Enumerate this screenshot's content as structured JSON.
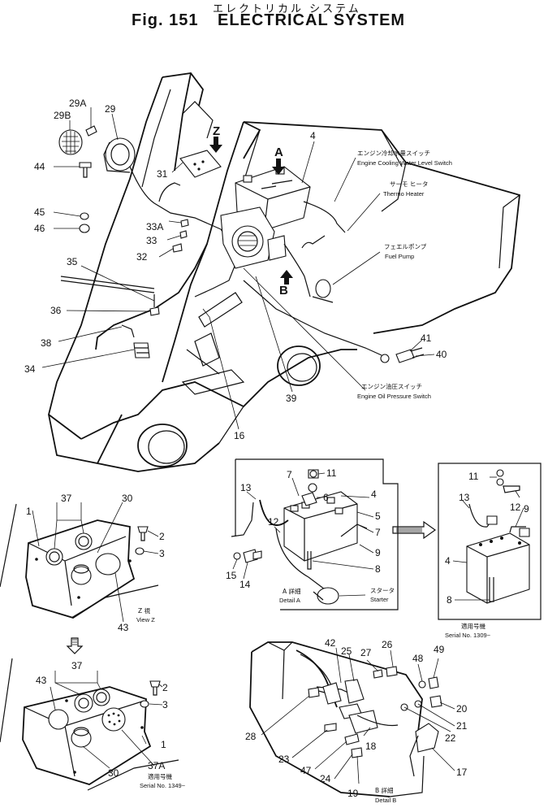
{
  "header": {
    "jp_title": "エレクトリカル システム",
    "fig_number": "Fig. 151",
    "title": "ELECTRICAL SYSTEM"
  },
  "callouts": {
    "engine_cooling_water_level_switch_jp": "エンジン冷却水量スイッチ",
    "engine_cooling_water_level_switch": "Engine Cooling Water Level Switch",
    "thermo_heater_jp": "サーモ ヒータ",
    "thermo_heater": "Thermo Heater",
    "fuel_pump_jp": "フェエルポンプ",
    "fuel_pump": "Fuel Pump",
    "engine_oil_pressure_switch_jp": "エンジン油圧スイッチ",
    "engine_oil_pressure_switch": "Engine Oil Pressure Switch",
    "starter_jp": "スタータ",
    "starter": "Starter"
  },
  "view_labels": {
    "arrow_z": "Z",
    "arrow_a": "A",
    "arrow_b": "B",
    "view_z_jp": "Z 視",
    "view_z": "View Z",
    "detail_a_jp": "A 詳細",
    "detail_a": "Detail A",
    "detail_b_jp": "B 詳細",
    "detail_b": "Detail B",
    "serial_1309_jp": "適用号機",
    "serial_1309": "Serial No. 1309~",
    "serial_1349_jp": "適用号機",
    "serial_1349": "Serial No. 1349~"
  },
  "part_numbers": {
    "main": [
      "29A",
      "29B",
      "29",
      "44",
      "45",
      "46",
      "31",
      "33A",
      "33",
      "32",
      "35",
      "36",
      "38",
      "34",
      "4",
      "41",
      "40",
      "39",
      "16"
    ],
    "view_z": [
      "37",
      "30",
      "1",
      "2",
      "3",
      "43"
    ],
    "view_z_lower": [
      "37",
      "43",
      "2",
      "3",
      "1",
      "37A",
      "30"
    ],
    "detail_a": [
      "11",
      "7",
      "6",
      "4",
      "5",
      "7",
      "9",
      "13",
      "12",
      "8",
      "15",
      "14"
    ],
    "detail_a_serial": [
      "11",
      "12",
      "13",
      "9",
      "4",
      "8"
    ],
    "detail_b": [
      "42",
      "25",
      "27",
      "26",
      "48",
      "49",
      "28",
      "20",
      "21",
      "22",
      "23",
      "47",
      "24",
      "18",
      "19",
      "17"
    ]
  }
}
